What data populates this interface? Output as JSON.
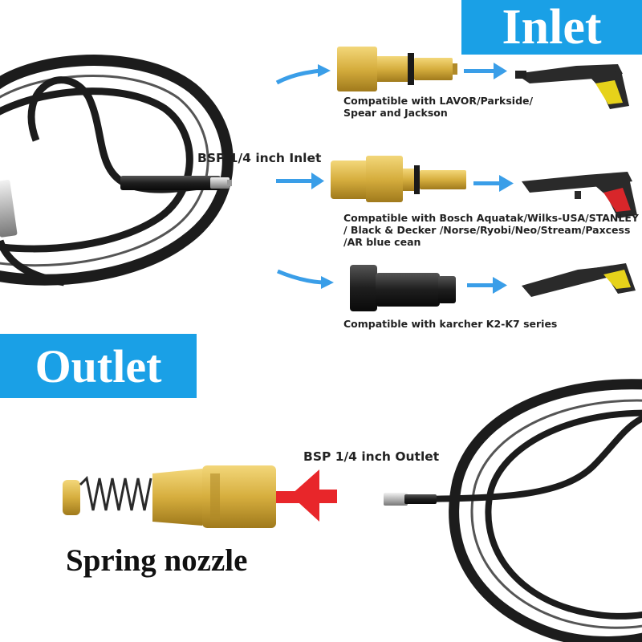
{
  "banners": {
    "inlet": "Inlet",
    "outlet": "Outlet"
  },
  "labels": {
    "bsp_inlet": "BSP 1/4 inch Inlet",
    "bsp_outlet": "BSP 1/4 inch Outlet",
    "spring_nozzle": "Spring nozzle"
  },
  "adapters": [
    {
      "lines": [
        "Compatible with LAVOR/Parkside/",
        "Spear and Jackson"
      ]
    },
    {
      "lines": [
        "Compatible with Bosch Aquatak/Wilks-USA/STANLEY",
        "/ Black & Decker /Norse/Ryobi/Neo/Stream/Paxcess",
        "/AR blue cean"
      ]
    },
    {
      "lines": [
        "Compatible with karcher K2-K7 series"
      ]
    }
  ],
  "colors": {
    "banner": "#1aa0e6",
    "brass": "#d6ae3e",
    "hose": "#1c1c1c",
    "arrow_blue": "#3a9ee8",
    "arrow_red": "#e8262a",
    "gun_yellow": "#e6d21a",
    "gun_red": "#d8262a"
  }
}
